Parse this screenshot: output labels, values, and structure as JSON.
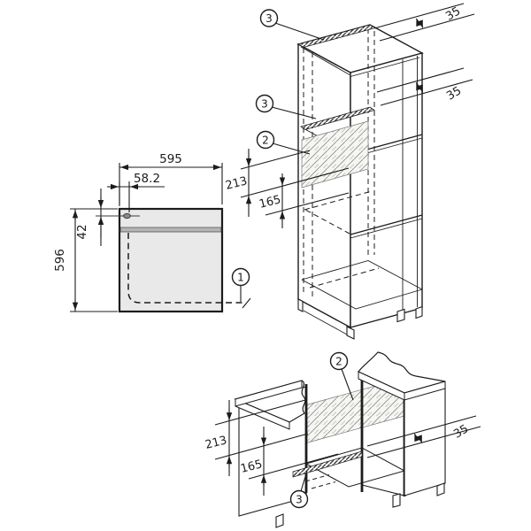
{
  "front_view": {
    "dim_width": "595",
    "dim_cutout_offset": "58.2",
    "dim_top_clearance": "42",
    "dim_height": "596",
    "callout_oven_front": "1"
  },
  "tall_cabinet_view": {
    "callout_top_vent": "3",
    "callout_shelf_vent": "3",
    "callout_back_cutout": "2",
    "dim_top_gap": "35",
    "dim_shelf_gap": "35",
    "dim_niche_height": "213",
    "dim_vent_clearance": "165"
  },
  "base_cabinet_view": {
    "callout_back_cutout": "2",
    "callout_floor_vent": "3",
    "dim_niche_height": "213",
    "dim_vent_clearance": "165",
    "dim_back_gap": "35"
  },
  "colors": {
    "line": "#1c1c1c",
    "appliance_fill": "#e9e9e9",
    "control_band": "#b4b4b4",
    "hatch_light": "#8f8f8f",
    "hatch_dense": "#2e2e2e"
  }
}
